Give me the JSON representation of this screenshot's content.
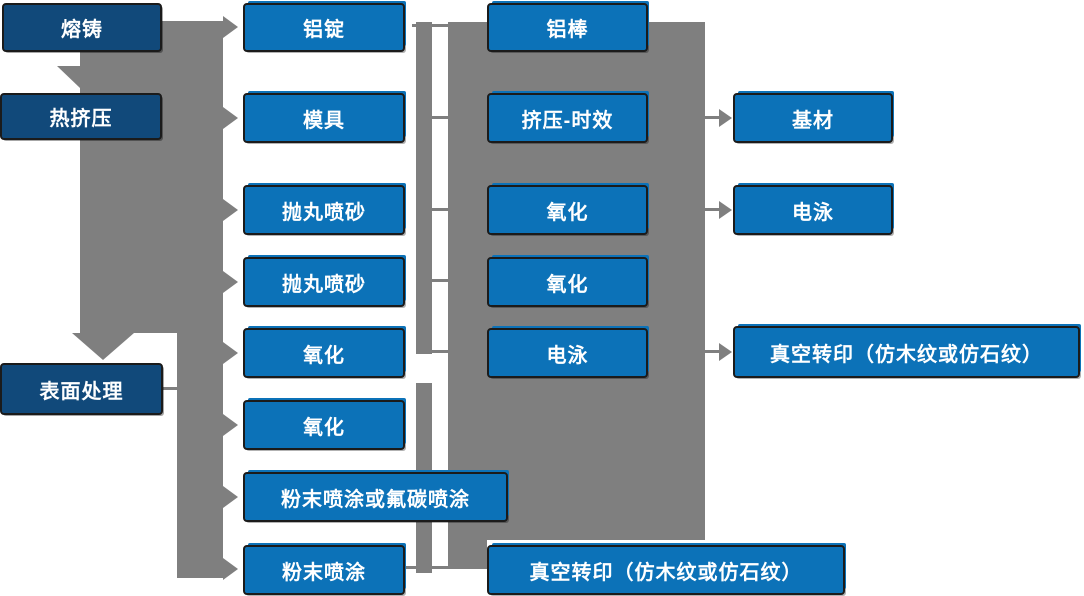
{
  "colors": {
    "primary_dark": "#11497a",
    "primary_light": "#0c72b8",
    "connector_gray": "#7f7f7f",
    "outline": "#1b1b1b",
    "text": "#ffffff"
  },
  "nodes": {
    "col1": [
      "熔铸",
      "热挤压",
      "表面处理"
    ],
    "col2": [
      "铝锭",
      "模具",
      "抛丸喷砂",
      "抛丸喷砂",
      "氧化",
      "氧化",
      "粉末喷涂或氟碳喷涂",
      "粉末喷涂"
    ],
    "col3": [
      "铝棒",
      "挤压-时效",
      "氧化",
      "氧化",
      "电泳",
      "真空转印（仿木纹或仿石纹）"
    ],
    "col4": [
      "基材",
      "电泳",
      "真空转印（仿木纹或仿石纹）"
    ]
  }
}
